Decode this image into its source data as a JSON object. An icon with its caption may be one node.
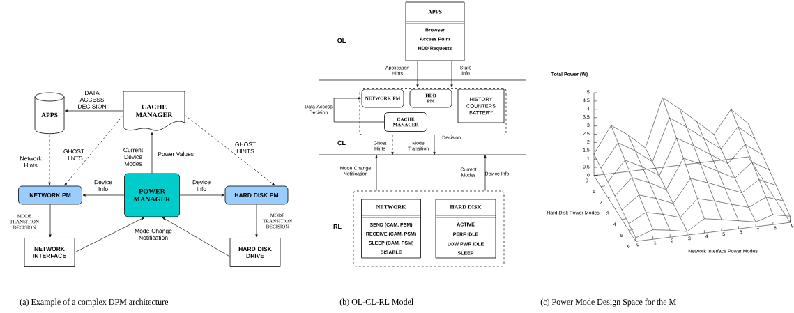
{
  "diagram": {
    "nodes": [
      {
        "text": [
          "APPS"
        ]
      },
      {
        "text": [
          "CACHE MANAGER"
        ]
      },
      {
        "text": [
          "NETWORK PM"
        ]
      },
      {
        "text": [
          "POWER MANAGER"
        ]
      },
      {
        "text": [
          "HARD DISK PM"
        ]
      },
      {
        "text": [
          "NETWORK INTERFACE"
        ]
      },
      {
        "text": [
          "HARD DISK DRIVE"
        ]
      },
      {
        "text": [
          "APPS",
          "Browser",
          "Access Point",
          "HDD Requests"
        ]
      },
      {
        "text": [],
        "shape": "box"
      },
      {
        "text": [
          "NETWORK PM"
        ],
        "in": 8
      },
      {
        "text": [
          "HDD PM"
        ],
        "in": 8
      },
      {
        "text": [
          "HISTORY",
          "COUNTERS",
          "BATTERY"
        ],
        "in": 8
      },
      {
        "text": [
          "CACHE MANAGER"
        ],
        "in": 8
      },
      {
        "text": [],
        "shape": "box"
      },
      {
        "text": [
          "NETWORK",
          "SEND (CAM, PSM)",
          "RECEIVE (CAM, PSM)",
          "SLEEP (CAM, PSM)",
          "DISABLE"
        ],
        "in": 13
      },
      {
        "text": [
          "HARD DISK",
          "ACTIVE",
          "PERF IDLE",
          "LOW PWR IDLE",
          "SLEEP"
        ],
        "in": 13
      }
    ],
    "edges": [
      {
        "from": 1,
        "to": 0,
        "arrow": "to",
        "label": "DATA ACCESS DECISION"
      },
      {
        "from": 0,
        "to": 2,
        "arrow": "to",
        "label": "Network Hints",
        "style": "dashed"
      },
      {
        "from": 1,
        "to": 2,
        "arrow": "to",
        "label": "GHOST HINTS",
        "style": "dashed"
      },
      {
        "from": 1,
        "to": 4,
        "arrow": "to",
        "label": "GHOST HINTS",
        "style": "dashed"
      },
      {
        "from": 3,
        "to": 1,
        "arrow": "to",
        "label": "Current Device Modes"
      },
      {
        "from": 3,
        "to": 2,
        "arrow": "to",
        "label": "Device Info"
      },
      {
        "from": 3,
        "to": 4,
        "arrow": "to",
        "label": "Device Info"
      },
      {
        "from": 2,
        "to": 5,
        "arrow": "to",
        "label": "MODE TRANSITION DECISION"
      },
      {
        "from": 4,
        "to": 6,
        "arrow": "to",
        "label": "MODE TRANSITION DECISION"
      },
      {
        "from": 5,
        "to": 3,
        "arrow": "to",
        "label": "Mode Change Notification"
      },
      {
        "from": 6,
        "to": 3,
        "arrow": "to"
      },
      {
        "from": 7,
        "to": 8,
        "arrow": "to",
        "label": "Application Hints"
      },
      {
        "from": 7,
        "to": 8,
        "arrow": "to",
        "label": "State Info"
      },
      {
        "from": 12,
        "to": 9,
        "arrow": "to",
        "label": "Data Access Decision"
      },
      {
        "from": 8,
        "to": null,
        "arrow": "to",
        "label": "Ghost Hints",
        "style": "dashed"
      },
      {
        "from": 8,
        "to": null,
        "arrow": "to",
        "label": "Mode Transition"
      },
      {
        "from": 13,
        "to": null,
        "arrow": "to",
        "label": "Mode Change Notification"
      },
      {
        "from": 13,
        "to": null,
        "arrow": "to",
        "label": "Current Modes"
      }
    ],
    "labels": [
      "Power Values",
      "OL",
      "Decision",
      "CL",
      "Device Info",
      "RL",
      "Total Power (W)",
      "5",
      "4.5",
      "4",
      "3.5",
      "3",
      "2.5",
      "2",
      "1.5",
      "1",
      "0.5",
      "0",
      "Hard Disk Power Modes",
      "0",
      "1",
      "2",
      "3",
      "4",
      "5",
      "6",
      "0",
      "1",
      "2",
      "3",
      "4",
      "5",
      "6",
      "7",
      "8",
      "9",
      "Network Interface Power Modes",
      "(a) Example of a complex DPM architecture",
      "(b) OL-CL-RL Model",
      "(c) Power Mode Design Space for the M"
    ]
  }
}
